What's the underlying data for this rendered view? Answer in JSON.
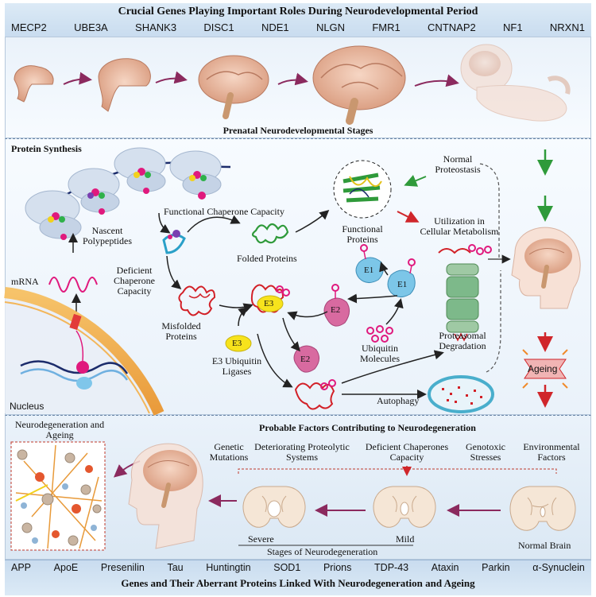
{
  "top": {
    "title": "Crucial Genes Playing Important Roles During Neurodevelopmental Period",
    "genes": [
      "MECP2",
      "UBE3A",
      "SHANK3",
      "DISC1",
      "NDE1",
      "NLGN",
      "FMR1",
      "CNTNAP2",
      "NF1",
      "NRXN1"
    ]
  },
  "prenatal": {
    "caption": "Prenatal Neurodevelopmental Stages"
  },
  "synthesis": {
    "title": "Protein Synthesis",
    "nascent": "Nascent Polypeptides",
    "mrna": "mRNA",
    "nucleus": "Nucleus",
    "functional_chaperone": "Functional Chaperone Capacity",
    "folded": "Folded Proteins",
    "functional_proteins": "Functional Proteins",
    "normal_proteostasis": "Normal Proteostasis",
    "utilization": "Utilization in Cellular Metabolism",
    "deficient": "Deficient Chaperone Capacity",
    "misfolded": "Misfolded Proteins",
    "e3_ligases": "E3 Ubiquitin Ligases",
    "ubiquitin": "Ubiquitin Molecules",
    "proteasomal": "Proteasomal Degradation",
    "autophagy": "Autophagy",
    "ageing": "Ageing",
    "tags": {
      "e3": "E3",
      "e2": "E2",
      "e1": "E1"
    }
  },
  "factors": {
    "title": "Probable Factors Contributing to Neurodegeneration",
    "items": [
      "Genetic Mutations",
      "Deteriorating Proteolytic Systems",
      "Deficient Chaperones Capacity",
      "Genotoxic Stresses",
      "Environmental Factors"
    ],
    "neurodegeneration_ageing": "Neurodegeneration and Ageing",
    "severe": "Severe",
    "mild": "Mild",
    "stages": "Stages of Neurodegeneration",
    "normal_brain": "Normal Brain"
  },
  "bottom": {
    "genes": [
      "APP",
      "ApoE",
      "Presenilin",
      "Tau",
      "Huntingtin",
      "SOD1",
      "Prions",
      "TDP-43",
      "Ataxin",
      "Parkin",
      "α-Synuclein"
    ],
    "title": "Genes and Their Aberrant Proteins Linked With Neurodegeneration and Ageing"
  },
  "colors": {
    "band": "#c9dcef",
    "arrow_purple": "#8b2a5e",
    "arrow_green": "#2f9a3a",
    "arrow_red": "#d0262b",
    "misfold_red": "#d22027",
    "brain": "#e8b49a"
  }
}
